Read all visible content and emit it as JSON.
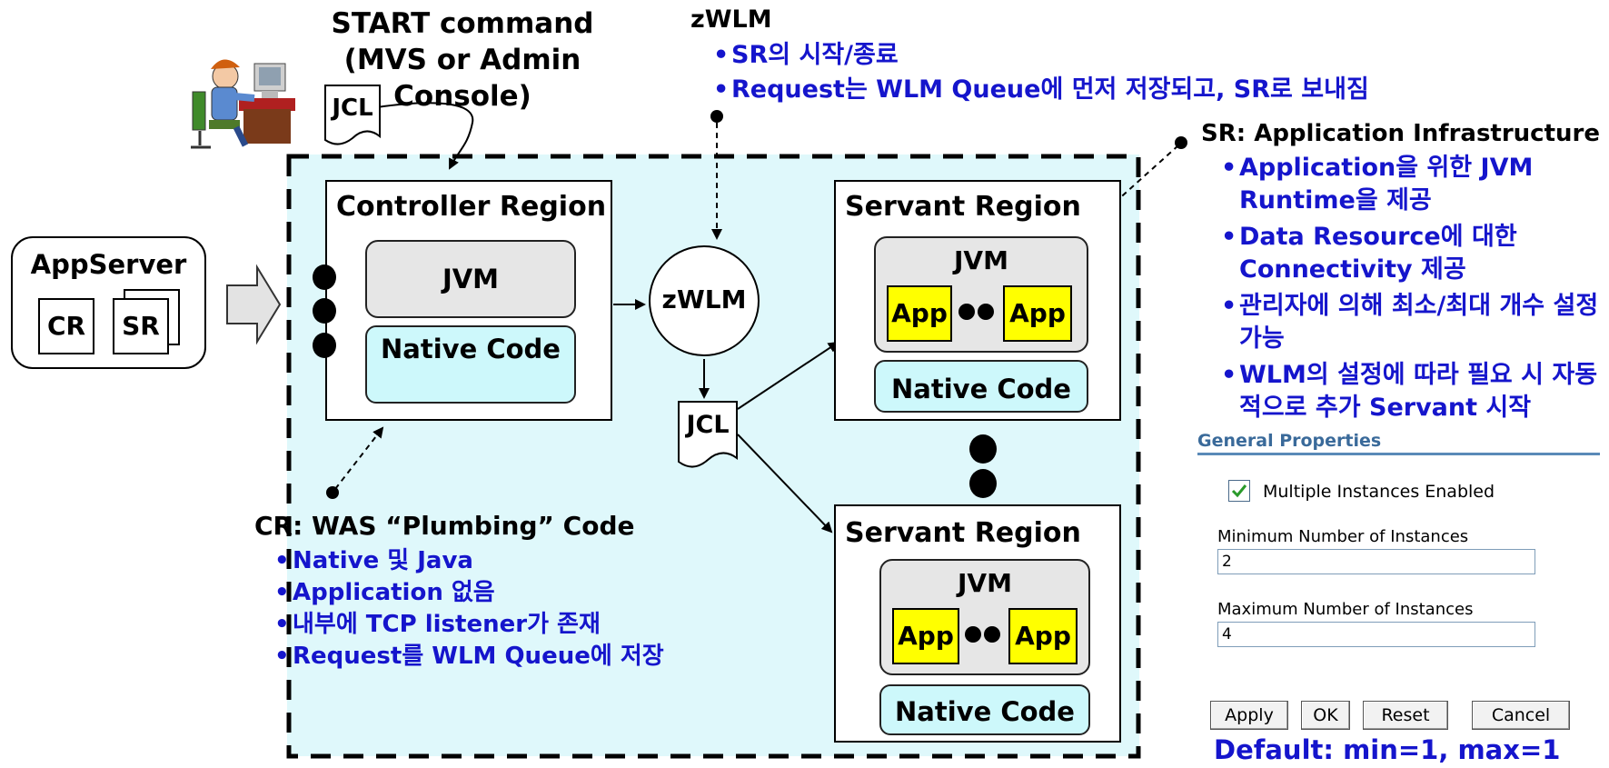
{
  "start_cmd": {
    "line1": "START command",
    "line2": "(MVS or Admin Console)"
  },
  "jcl_top": "JCL",
  "zwlm_top": {
    "title": "zWLM",
    "bullets": [
      "SR의 시작/종료",
      "Request는 WLM Queue에 먼저 저장되고, SR로 보내짐"
    ]
  },
  "sr_info": {
    "title": "SR: Application Infrastructure",
    "bullets": [
      "Application을 위한 JVM Runtime을 제공",
      "Data Resource에 대한 Connectivity 제공",
      "관리자에 의해 최소/최대 개수 설정 가능",
      "WLM의 설정에 따라 필요 시 자동적으로 추가 Servant 시작"
    ]
  },
  "appserver": {
    "title": "AppServer",
    "cr": "CR",
    "sr": "SR"
  },
  "controller": {
    "title": "Controller Region",
    "jvm": "JVM",
    "native": "Native Code"
  },
  "zwlm_circle": "zWLM",
  "jcl_mid": "JCL",
  "servant1": {
    "title": "Servant Region",
    "jvm": "JVM",
    "app1": "App",
    "app2": "App",
    "native": "Native Code"
  },
  "servant2": {
    "title": "Servant Region",
    "jvm": "JVM",
    "app1": "App",
    "app2": "App",
    "native": "Native Code"
  },
  "cr_info": {
    "title": "CR: WAS “Plumbing” Code",
    "bullets": [
      "Native 및 Java",
      "Application 없음",
      "내부에 TCP listener가 존재",
      "Request를 WLM Queue에 저장"
    ]
  },
  "general_props": {
    "title": "General Properties",
    "checkbox_label": "Multiple Instances Enabled",
    "checked": true,
    "min_label": "Minimum Number of Instances",
    "min_value": "2",
    "max_label": "Maximum Number of Instances",
    "max_value": "4",
    "buttons": [
      "Apply",
      "OK",
      "Reset",
      "Cancel"
    ]
  },
  "default_note": "Default: min=1, max=1",
  "colors": {
    "bullet_text": "#1515cc",
    "panel_bg": "#dff8fb",
    "app_yellow": "#ffff00",
    "native_cyan": "#cdf8fb",
    "jvm_gray": "#e6e6e6"
  }
}
